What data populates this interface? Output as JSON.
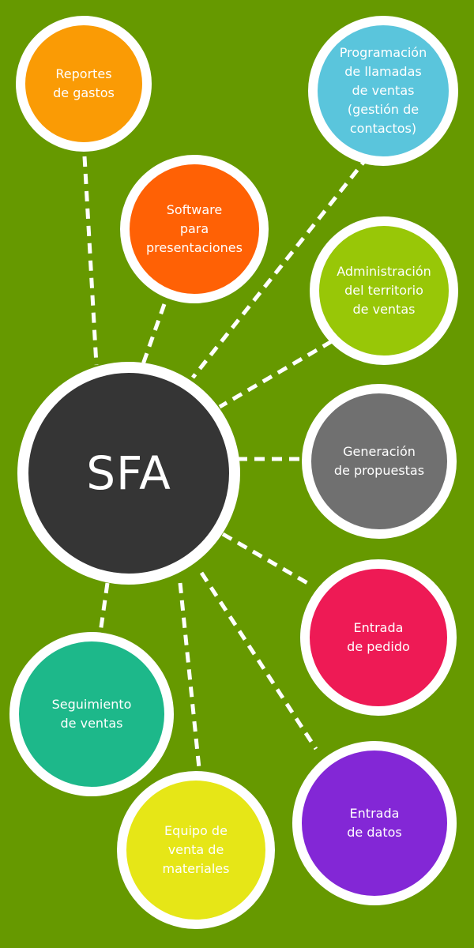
{
  "colors": {
    "background": "#669900",
    "ring": "#ffffff",
    "connector": "#ffffff",
    "hub": "#353535"
  },
  "hub": {
    "label": "SFA",
    "color": "#353535"
  },
  "nodes": [
    {
      "id": "gastos",
      "label": "Reportes\nde gastos",
      "color": "#fa9b05"
    },
    {
      "id": "software",
      "label": "Software\npara\npresentaciones",
      "color": "#ff6105"
    },
    {
      "id": "llamadas",
      "label": "Programación\nde llamadas\nde ventas\n(gestión de\ncontactos)",
      "color": "#5ac5dc"
    },
    {
      "id": "territorio",
      "label": "Administración\ndel territorio\nde ventas",
      "color": "#98c707"
    },
    {
      "id": "propuestas",
      "label": "Generación\nde propuestas",
      "color": "#707070"
    },
    {
      "id": "pedido",
      "label": "Entrada\nde pedido",
      "color": "#ee1a55"
    },
    {
      "id": "seguimiento",
      "label": "Seguimiento\nde ventas",
      "color": "#1db88a"
    },
    {
      "id": "datos",
      "label": "Entrada\nde datos",
      "color": "#8327d6"
    },
    {
      "id": "equipo",
      "label": "Equipo de\nventa de\nmateriales",
      "color": "#e6e617"
    }
  ]
}
